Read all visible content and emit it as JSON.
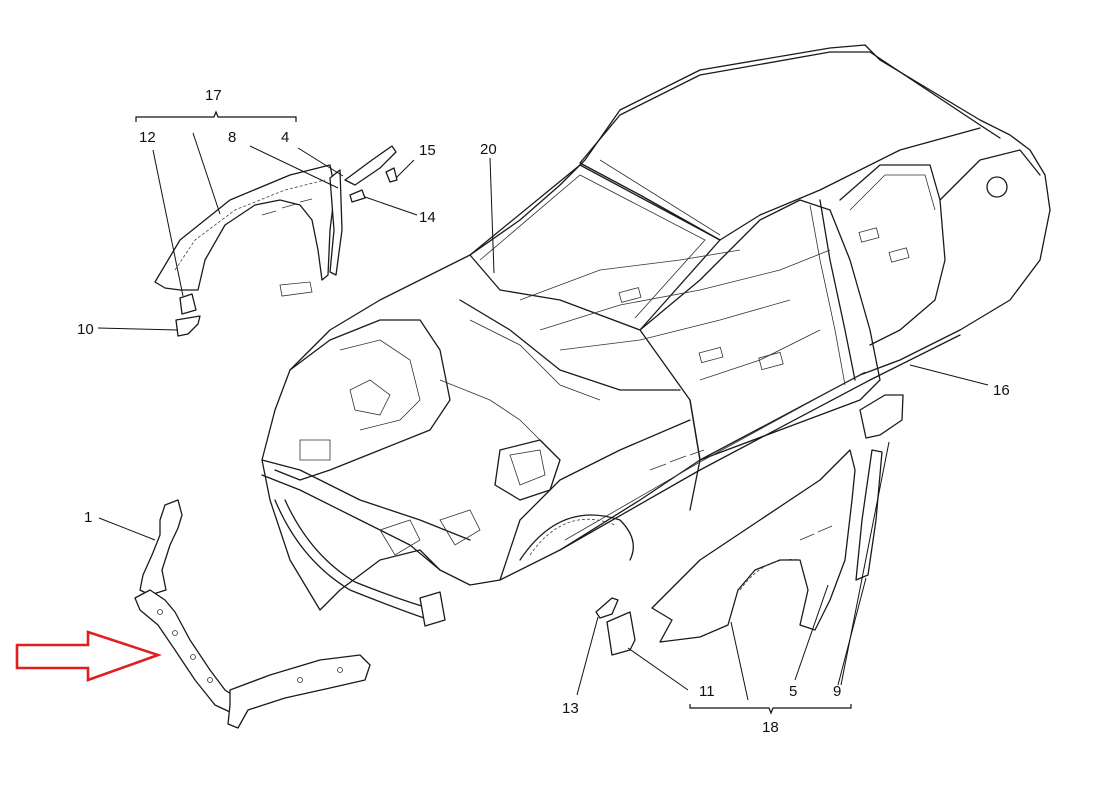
{
  "diagram": {
    "type": "exploded-parts-view",
    "subject": "car body-in-white with front structure and fenders",
    "labels": {
      "p1": "1",
      "p4": "4",
      "p5": "5",
      "p8": "8",
      "p9": "9",
      "p10": "10",
      "p11": "11",
      "p12": "12",
      "p13": "13",
      "p14": "14",
      "p15": "15",
      "p16": "16",
      "p17": "17",
      "p18": "18",
      "p20": "20"
    },
    "groups": [
      {
        "label": "17",
        "members": [
          "12",
          "8",
          "4"
        ],
        "note": "left front fender assembly bracket group"
      },
      {
        "label": "18",
        "members": [
          "11",
          "5",
          "9"
        ],
        "note": "right front fender assembly bracket group"
      }
    ],
    "highlight": {
      "type": "arrow",
      "color": "#e02020",
      "points_to": "1",
      "description": "front crossmember / radiator support"
    }
  }
}
